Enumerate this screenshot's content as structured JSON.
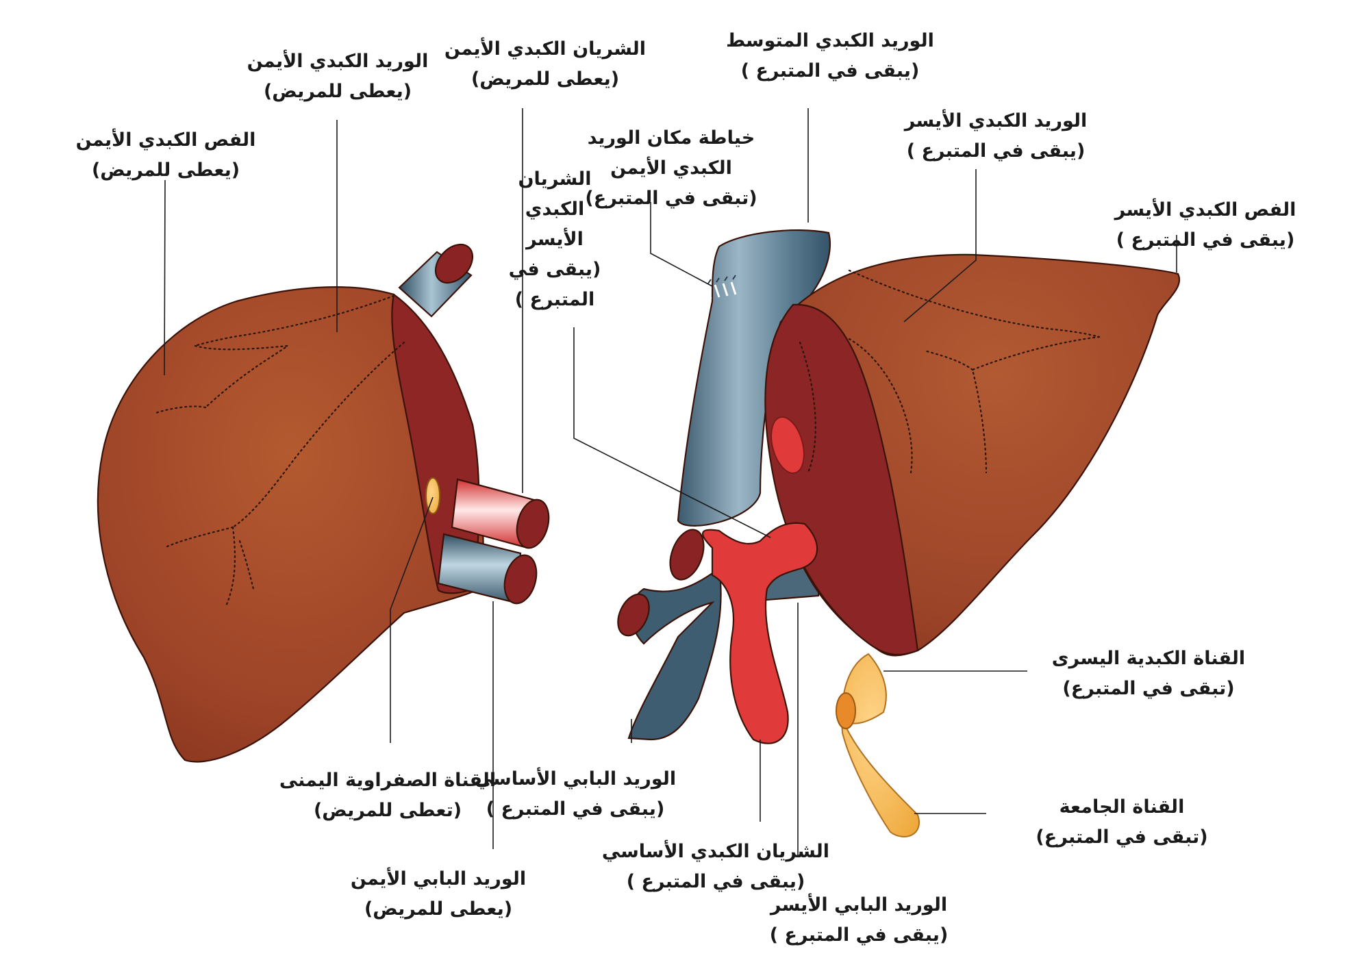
{
  "labels": {
    "right_lobe": {
      "name": "الفص الكبدي الأيمن",
      "note": "(يعطى للمريض)"
    },
    "right_hepatic_vein": {
      "name": "الوريد الكبدي الأيمن",
      "note": "(يعطى للمريض)"
    },
    "right_hepatic_artery": {
      "name": "الشريان الكبدي الأيمن",
      "note": "(يعطى للمريض)"
    },
    "middle_hepatic_vein": {
      "name": "الوريد الكبدي المتوسط",
      "note": "(يبقى في المتبرع )"
    },
    "suture_site": {
      "name1": "خياطة مكان الوريد",
      "name2": "الكبدي الأيمن",
      "note": "(تبقى في المتبرع)"
    },
    "left_hepatic_vein": {
      "name": "الوريد الكبدي الأيسر",
      "note": "(يبقى في المتبرع )"
    },
    "left_lobe": {
      "name": "الفص الكبدي الأيسر",
      "note": "(يبقى في المتبرع )"
    },
    "left_hepatic_artery": {
      "l1": "الشريان",
      "l2": "الكبدي",
      "l3": "الأيسر",
      "l4": "(يبقى في",
      "l5": "المتبرع )"
    },
    "right_bile_duct": {
      "name": "القناة الصفراوية اليمنى",
      "note": "(تعطى للمريض)"
    },
    "right_portal_vein": {
      "name": "الوريد البابي الأيمن",
      "note": "(يعطى للمريض)"
    },
    "main_portal_vein": {
      "name": "الوريد البابي الأساسي",
      "note": "(يبقى في المتبرع )"
    },
    "common_hepatic_artery": {
      "name": "الشريان الكبدي الأساسي",
      "note": "(يبقى في المتبرع )"
    },
    "left_portal_vein": {
      "name": "الوريد البابي الأيسر",
      "note": "(يبقى في المتبرع )"
    },
    "left_hepatic_duct": {
      "name": "القناة الكبدية اليسرى",
      "note": "(تبقى في المتبرع)"
    },
    "common_bile_duct": {
      "name": "القناة الجامعة",
      "note": "(تبقى في المتبرع)"
    }
  },
  "colors": {
    "liver": "#a0472a",
    "liver_dark": "#8a2424",
    "vein": "#3e5d70",
    "artery": "#e03a3a",
    "bile_duct": "#f0b040",
    "background": "#ffffff"
  }
}
